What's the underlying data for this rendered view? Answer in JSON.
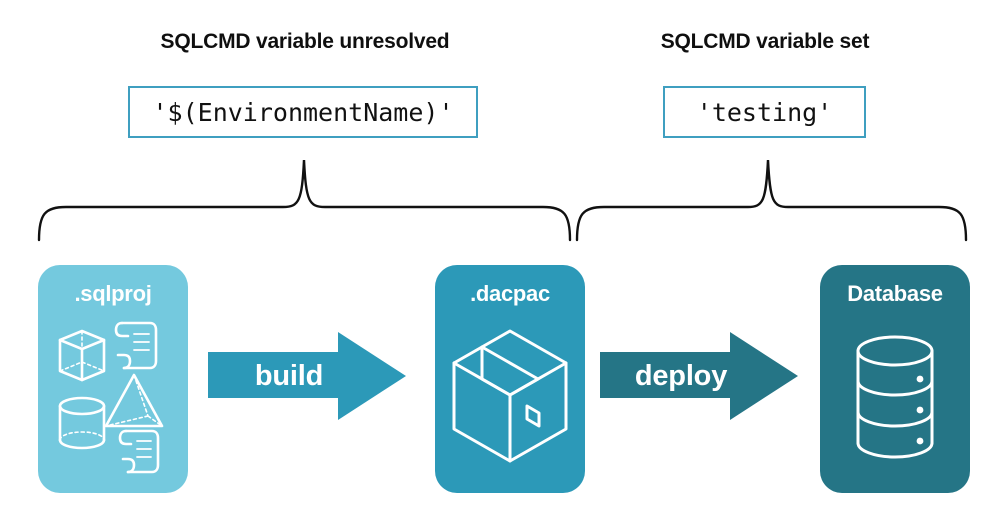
{
  "headings": {
    "left": "SQLCMD variable unresolved",
    "right": "SQLCMD variable set"
  },
  "value_boxes": {
    "left": "'$(EnvironmentName)'",
    "right": "'testing'"
  },
  "artifacts": [
    {
      "label": ".sqlproj",
      "icon": "sqlproj-contents-icon",
      "color": "#74c9de"
    },
    {
      "label": ".dacpac",
      "icon": "package-box-icon",
      "color": "#2c99b8"
    },
    {
      "label": "Database",
      "icon": "database-cylinder-icon",
      "color": "#257586"
    }
  ],
  "arrows": [
    {
      "label": "build",
      "color": "#2c99b8"
    },
    {
      "label": "deploy",
      "color": "#257586"
    }
  ],
  "colors": {
    "light_blue": "#74c9de",
    "mid_teal": "#2c99b8",
    "dark_teal": "#257586",
    "border_teal": "#3f9fc0",
    "text_black": "#0f0f0f",
    "brace_stroke": "#111111",
    "white": "#ffffff"
  },
  "icon_names": {
    "cube": "cube-icon",
    "pyramid": "pyramid-icon",
    "cylinder": "cylinder-icon",
    "scroll_top": "scroll-script-icon",
    "scroll_bottom": "scroll-script-icon",
    "package": "package-box-icon",
    "database": "database-cylinder-icon",
    "brace_left": "curly-brace-icon",
    "brace_right": "curly-brace-icon"
  }
}
